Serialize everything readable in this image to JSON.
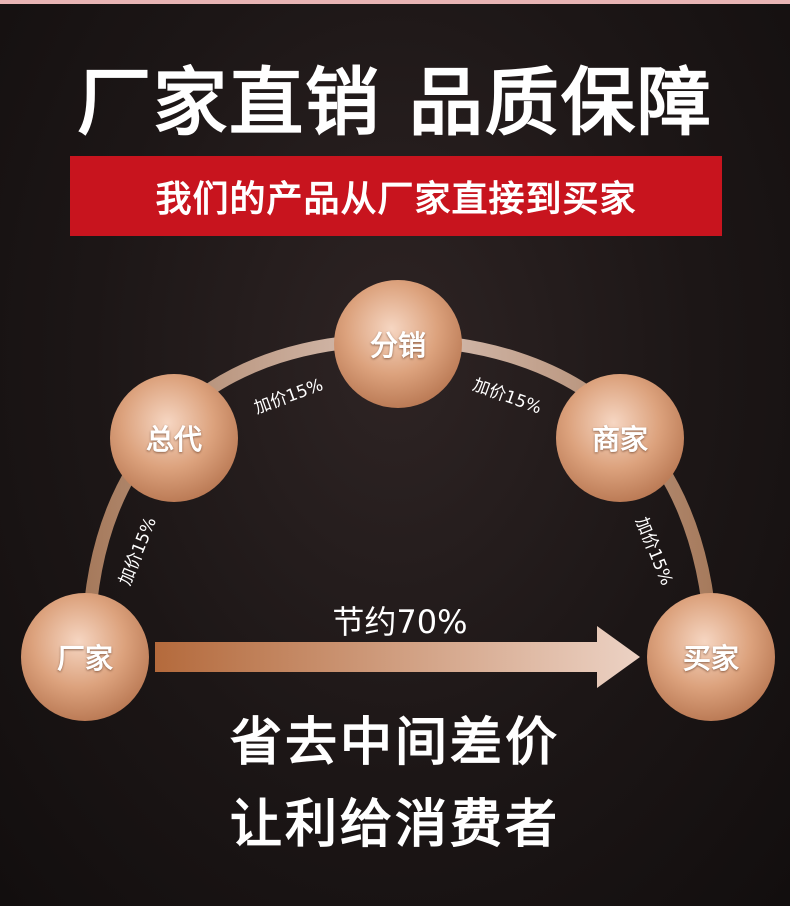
{
  "headline": "厂家直销 品质保障",
  "banner": "我们的产品从厂家直接到买家",
  "nodes": {
    "factory": "厂家",
    "general_agent": "总代",
    "distributor": "分销",
    "merchant": "商家",
    "buyer": "买家"
  },
  "markups": {
    "m1": "加价15%",
    "m2": "加价15%",
    "m3": "加价15%",
    "m4": "加价15%"
  },
  "savings": "节约70%",
  "tagline": {
    "line1": "省去中间差价",
    "line2": "让利给消费者"
  },
  "colors": {
    "banner_red": "#c8141e",
    "node_tan": "#d9a07a",
    "arc": "#b9917a"
  }
}
